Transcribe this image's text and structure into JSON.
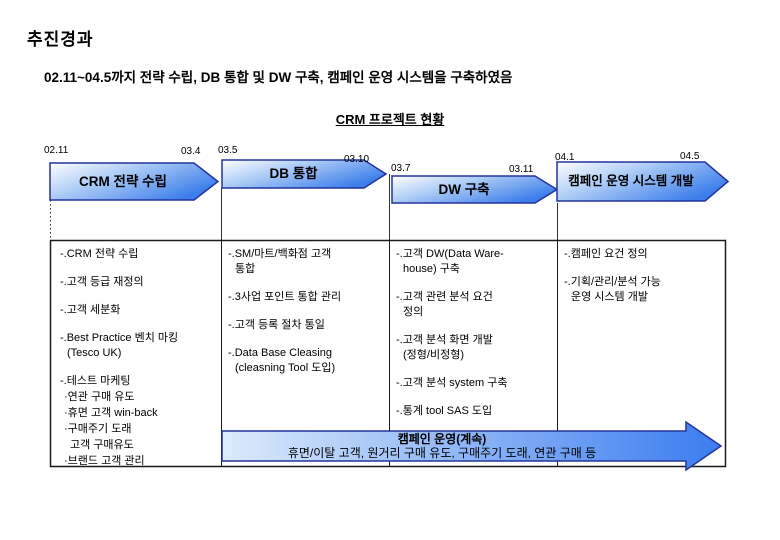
{
  "page": {
    "title": "추진경과",
    "subtitle": "02.11~04.5까지 전략 수립, DB 통합 및 DW 구축, 캠페인 운영 시스템을 구축하였음",
    "section_heading": "CRM 프로젝트 현황"
  },
  "timeline": {
    "phases": [
      {
        "start": "02.11",
        "end": "03.4",
        "label": "CRM 전략 수립"
      },
      {
        "start": "03.5",
        "end": "03.10",
        "label": "DB 통합"
      },
      {
        "start": "03.7",
        "end": "03.11",
        "label": "DW 구축"
      },
      {
        "start": "04.1",
        "end": "04.5",
        "label": "캠페인 운영 시스템 개발"
      }
    ]
  },
  "columns": [
    {
      "lines": [
        {
          "text": "-.CRM 전략 수립"
        },
        {
          "text": "-.고객 등급 재정의"
        },
        {
          "text": "-.고객 세분화"
        },
        {
          "text": "-.Best Practice 벤치 마킹"
        },
        {
          "text": "(Tesco UK)"
        },
        {
          "text": "-.테스트 마케팅"
        },
        {
          "text": "·연관 구매 유도"
        },
        {
          "text": "·휴면 고객 win-back"
        },
        {
          "text": "·구매주기 도래"
        },
        {
          "text": "고객 구매유도"
        },
        {
          "text": "·브랜드 고객 관리"
        }
      ]
    },
    {
      "lines": [
        {
          "text": "-.SM/마트/백화점 고객"
        },
        {
          "text": "통합"
        },
        {
          "text": "-.3사업 포인트 통합 관리"
        },
        {
          "text": "-.고객 등록 절차 통일"
        },
        {
          "text": "-.Data Base Cleasing"
        },
        {
          "text": "(cleasning Tool 도입)"
        }
      ]
    },
    {
      "lines": [
        {
          "text": "-.고객 DW(Data Ware-"
        },
        {
          "text": "house) 구축"
        },
        {
          "text": "-.고객 관련 분석 요건"
        },
        {
          "text": "정의"
        },
        {
          "text": "-.고객 분석 화면 개발"
        },
        {
          "text": "(정형/비정형)"
        },
        {
          "text": "-.고객 분석 system 구축"
        },
        {
          "text": "-.통계 tool SAS 도입"
        }
      ]
    },
    {
      "lines": [
        {
          "text": "-.캠페인 요건 정의"
        },
        {
          "text": "-.기획/관리/분석 가능"
        },
        {
          "text": "운영 시스템 개발"
        }
      ]
    }
  ],
  "campaign_arrow": {
    "title": "캠페인 운영(계속)",
    "detail": "휴면/이탈 고객, 원거리 구매 유도, 구매주기 도래, 연관 구매 등"
  },
  "colors": {
    "arrow_border": "#23349c",
    "arrow_fill_light": "#ffffff",
    "arrow_fill_dark": "#3d7eeb",
    "bottom_arrow_fill_light": "#dcebfb",
    "bottom_arrow_fill_dark": "#3b7cf0",
    "table_border": "#1a1a1a"
  }
}
